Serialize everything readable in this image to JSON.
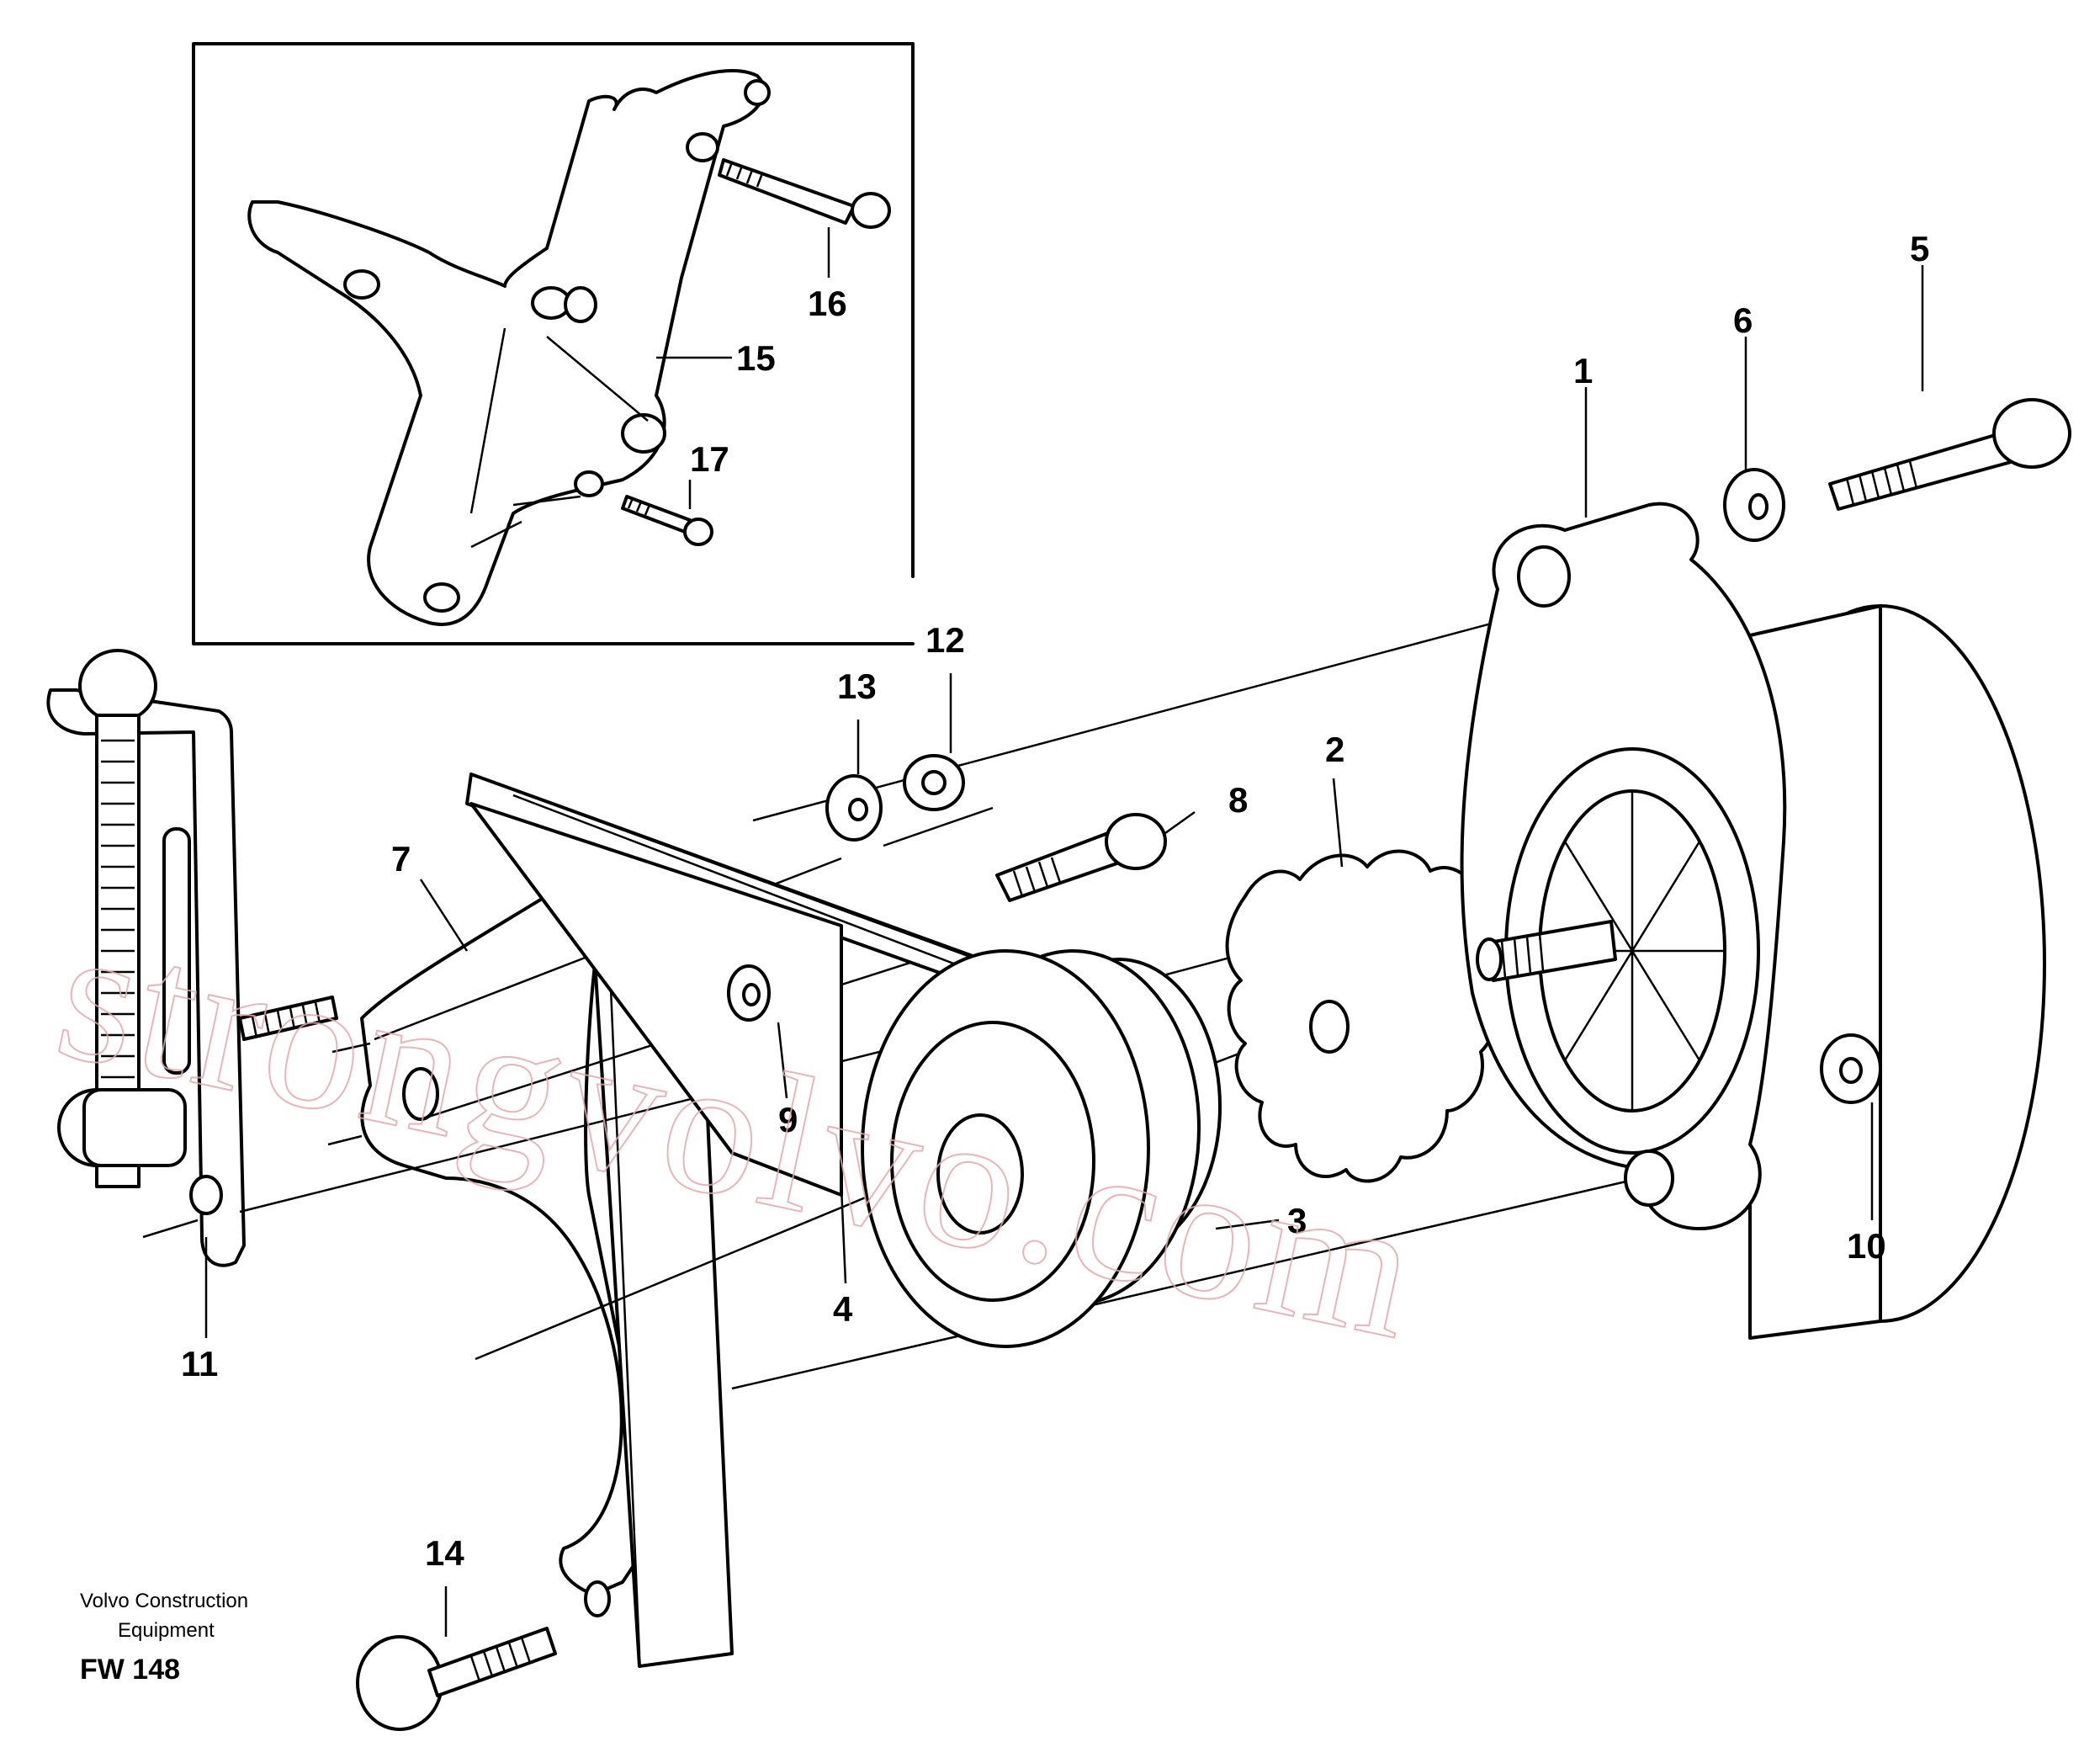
{
  "diagram": {
    "callouts": [
      {
        "id": "1",
        "text": "1"
      },
      {
        "id": "2",
        "text": "2"
      },
      {
        "id": "3",
        "text": "3"
      },
      {
        "id": "4",
        "text": "4"
      },
      {
        "id": "5",
        "text": "5"
      },
      {
        "id": "6",
        "text": "6"
      },
      {
        "id": "7",
        "text": "7"
      },
      {
        "id": "8",
        "text": "8"
      },
      {
        "id": "9",
        "text": "9"
      },
      {
        "id": "10",
        "text": "10"
      },
      {
        "id": "11",
        "text": "11"
      },
      {
        "id": "12",
        "text": "12"
      },
      {
        "id": "13",
        "text": "13"
      },
      {
        "id": "14",
        "text": "14"
      },
      {
        "id": "15",
        "text": "15"
      },
      {
        "id": "16",
        "text": "16"
      },
      {
        "id": "17",
        "text": "17"
      }
    ],
    "footer": {
      "line1": "Volvo Construction",
      "line2": "Equipment",
      "code": "FW 148"
    },
    "watermark": {
      "text": "strongvolvo.com",
      "color": "#e3a9ac"
    }
  }
}
